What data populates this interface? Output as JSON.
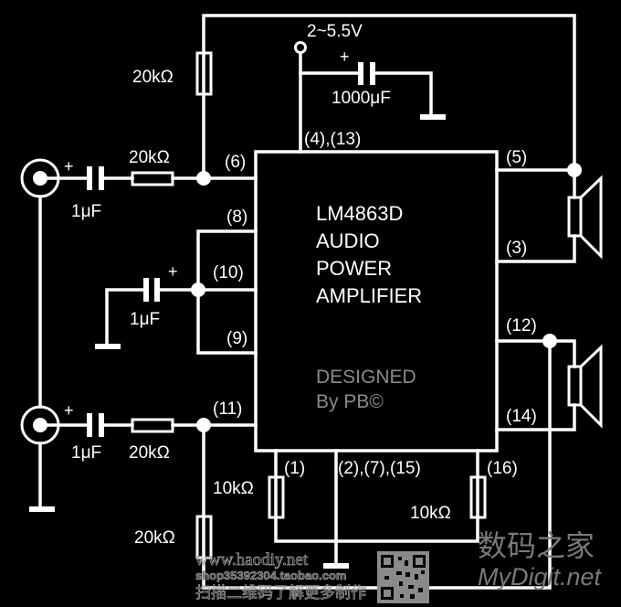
{
  "diagram": {
    "title": "LM4863D Audio Power Amplifier Schematic",
    "chip": {
      "name": "LM4863D",
      "line2": "AUDIO",
      "line3": "POWER",
      "line4": "AMPLIFIER",
      "credit1": "DESIGNED",
      "credit2": "By PB©"
    },
    "supply": {
      "voltage": "2~5.5V",
      "cap": "1000μF",
      "cap_polarity": "+",
      "pins": "(4),(13)"
    },
    "pins": {
      "p1": "(1)",
      "p3": "(3)",
      "p5": "(5)",
      "p6": "(6)",
      "p8": "(8)",
      "p9": "(9)",
      "p10": "(10)",
      "p11": "(11)",
      "p12": "(12)",
      "p14": "(14)",
      "p16": "(16)",
      "gnd_pins": "(2),(7),(15)"
    },
    "components": {
      "r_feedback_top": "20kΩ",
      "r_input_top": "20kΩ",
      "c_input_top": "1μF",
      "c_bypass": "1μF",
      "c_input_bottom": "1μF",
      "r_input_bottom": "20kΩ",
      "r_feedback_bottom": "20kΩ",
      "r_pin1": "10kΩ",
      "r_pin16": "10kΩ",
      "polarity_plus": "+"
    },
    "watermarks": {
      "site_cn": "数码之家",
      "site_en": "MyDigit.net",
      "haodiy_url": "www.haodiy.net",
      "shop": "shop35392304.taobao.com",
      "scan_cn": "扫描二维码了解更多制作"
    }
  }
}
